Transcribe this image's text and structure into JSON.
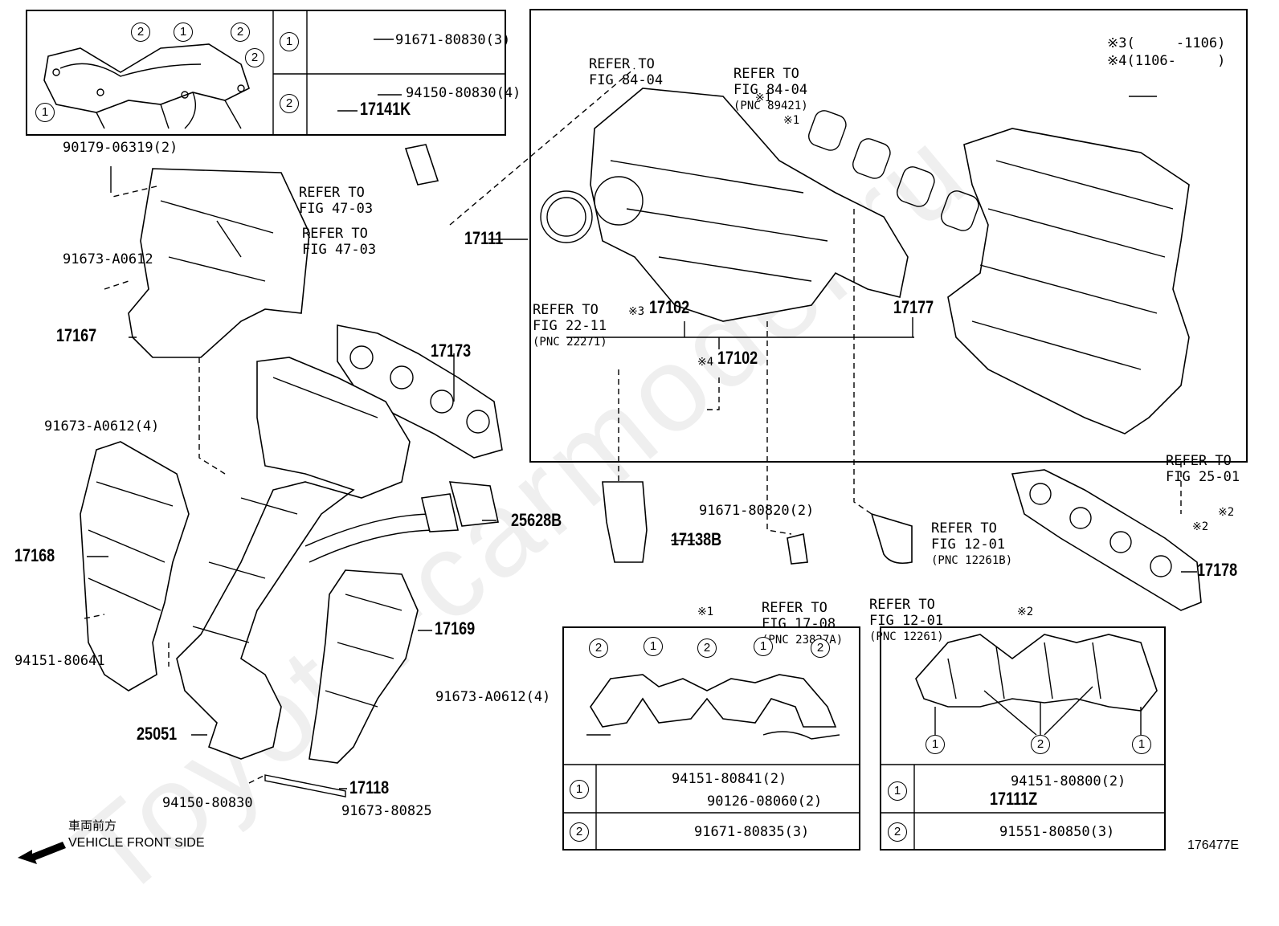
{
  "watermark": "Toyota-carmodel.ru",
  "figure_code": "176477E",
  "front_side": {
    "jp": "車両前方",
    "en": "VEHICLE FRONT SIDE"
  },
  "top_left_table": [
    {
      "num": "1",
      "part": "91671-80830(3)"
    },
    {
      "num": "2",
      "part": "94150-80830(4)",
      "part2": "17141K"
    }
  ],
  "top_left_sketch_markers": [
    "2",
    "1",
    "2",
    "2",
    "1"
  ],
  "notes": {
    "n3": "※3(     -1106)",
    "n4": "※4(1106-     )"
  },
  "refs": {
    "fig8404a": [
      "REFER TO",
      "FIG 84-04"
    ],
    "fig8404b": [
      "REFER TO",
      "FIG 84-04",
      "(PNC 89421)"
    ],
    "fig4703a": [
      "REFER TO",
      "FIG 47-03"
    ],
    "fig4703b": [
      "REFER TO",
      "FIG 47-03"
    ],
    "fig2211": [
      "REFER TO",
      "FIG 22-11",
      "(PNC 22271)"
    ],
    "fig2501": [
      "REFER TO",
      "FIG 25-01"
    ],
    "fig1201b": [
      "REFER TO",
      "FIG 12-01",
      "(PNC 12261B)"
    ],
    "fig1708": [
      "REFER TO",
      "FIG 17-08",
      "(PNC 23827A)"
    ],
    "fig1201": [
      "REFER TO",
      "FIG 12-01",
      "(PNC 12261)"
    ]
  },
  "parts": {
    "p90179": "90179-06319(2)",
    "p91673a": "91673-A0612",
    "p17167": "17167",
    "p91673b": "91673-A0612(4)",
    "p17173": "17173",
    "p17168": "17168",
    "p94151a": "94151-80641",
    "p25628": "25628B",
    "p17169": "17169",
    "p91673c": "91673-A0612(4)",
    "p25051": "25051",
    "p17118": "17118",
    "p94150": "94150-80830",
    "p91673d": "91673-80825",
    "p17111": "17111",
    "p17102a": "17102",
    "p17102a_mark": "※3",
    "p17102b": "17102",
    "p17102b_mark": "※4",
    "p17177": "17177",
    "p91671": "91671-80820(2)",
    "p17138": "17138B",
    "p17178": "17178",
    "mark1a": "※1",
    "mark1b": "※1",
    "mark2a": "※2",
    "mark2b": "※2"
  },
  "detail1": {
    "title": "※1",
    "markers": [
      "2",
      "1",
      "2",
      "1",
      "2"
    ],
    "rows": [
      {
        "num": "1",
        "parts": [
          "94151-80841(2)",
          "90126-08060(2)"
        ]
      },
      {
        "num": "2",
        "parts": [
          "91671-80835(3)"
        ]
      }
    ]
  },
  "detail2": {
    "title": "※2",
    "markers": [
      "1",
      "2",
      "1"
    ],
    "rows": [
      {
        "num": "1",
        "parts": [
          "94151-80800(2)",
          "17111Z"
        ]
      },
      {
        "num": "2",
        "parts": [
          "91551-80850(3)"
        ]
      }
    ]
  }
}
